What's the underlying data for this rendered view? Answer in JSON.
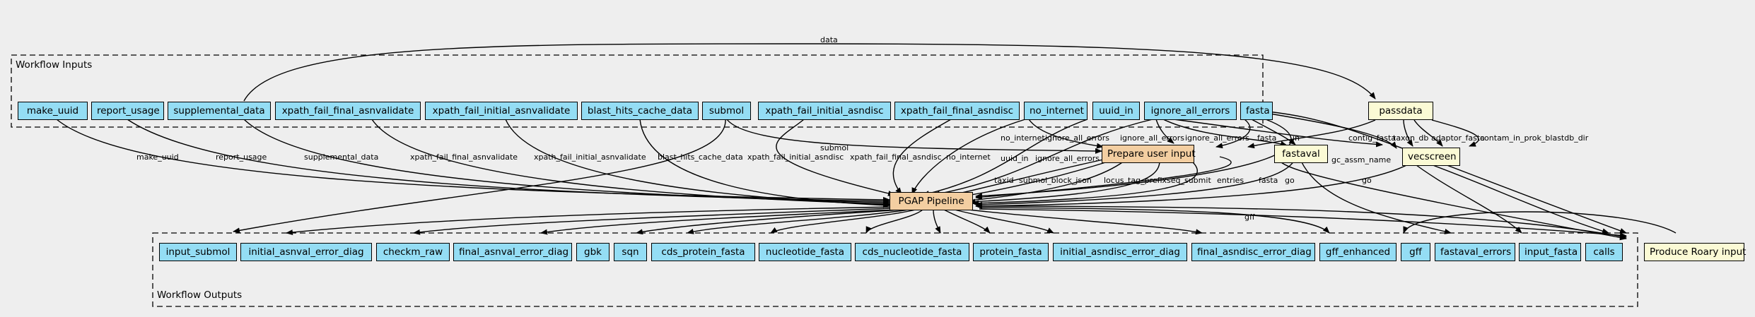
{
  "clusters": {
    "inputs_label": "Workflow Inputs",
    "outputs_label": "Workflow Outputs"
  },
  "inputs": {
    "make_uuid": "make_uuid",
    "report_usage": "report_usage",
    "supplemental_data": "supplemental_data",
    "xpath_fail_final_asnvalidate": "xpath_fail_final_asnvalidate",
    "xpath_fail_initial_asnvalidate": "xpath_fail_initial_asnvalidate",
    "blast_hits_cache_data": "blast_hits_cache_data",
    "submol": "submol",
    "xpath_fail_initial_asndisc": "xpath_fail_initial_asndisc",
    "xpath_fail_final_asndisc": "xpath_fail_final_asndisc",
    "no_internet": "no_internet",
    "uuid_in": "uuid_in",
    "ignore_all_errors": "ignore_all_errors",
    "fasta": "fasta"
  },
  "steps": {
    "passdata": "passdata",
    "prepare_user_input": "Prepare user input",
    "fastaval": "fastaval",
    "vecscreen": "vecscreen",
    "pgap_pipeline": "PGAP Pipeline",
    "produce_roary_input": "Produce Roary input"
  },
  "outputs": {
    "input_submol": "input_submol",
    "initial_asnval_error_diag": "initial_asnval_error_diag",
    "checkm_raw": "checkm_raw",
    "final_asnval_error_diag": "final_asnval_error_diag",
    "gbk": "gbk",
    "sqn": "sqn",
    "cds_protein_fasta": "cds_protein_fasta",
    "nucleotide_fasta": "nucleotide_fasta",
    "cds_nucleotide_fasta": "cds_nucleotide_fasta",
    "protein_fasta": "protein_fasta",
    "initial_asndisc_error_diag": "initial_asndisc_error_diag",
    "final_asndisc_error_diag": "final_asndisc_error_diag",
    "gff_enhanced": "gff_enhanced",
    "gff": "gff",
    "fastaval_errors": "fastaval_errors",
    "input_fasta": "input_fasta",
    "calls": "calls"
  },
  "edge_labels": {
    "data": "data",
    "make_uuid": "make_uuid",
    "report_usage": "report_usage",
    "supplemental_data": "supplemental_data",
    "xpath_fail_final_asnvalidate": "xpath_fail_final_asnvalidate",
    "xpath_fail_initial_asnvalidate": "xpath_fail_initial_asnvalidate",
    "blast_hits_cache_data": "blast_hits_cache_data",
    "submol": "submol",
    "xpath_fail_initial_asndisc": "xpath_fail_initial_asndisc",
    "xpath_fail_final_asndisc": "xpath_fail_final_asndisc",
    "no_internet_a": "no_internet",
    "no_internet_b": "no_internet",
    "uuid_in": "uuid_in",
    "ignore_all_errors_a": "ignore_all_errors",
    "ignore_all_errors_b": "ignore_all_errors",
    "ignore_all_errors_c": "ignore_all_errors",
    "ignore_all_errors_d": "ignore_all_errors",
    "fasta_a": "fasta",
    "fasta_b": "fasta",
    "in": "in",
    "contig_fasta": "contig_fasta",
    "taxon_db": "taxon_db",
    "adaptor_fasta": "adaptor_fasta",
    "contam_in_prok_blastdb_dir": "contam_in_prok_blastdb_dir",
    "gc_assm_name": "gc_assm_name",
    "taxid": "taxid",
    "submol_block_json": "submol_block_json",
    "locus_tag_prefix": "locus_tag_prefix",
    "seq_submit": "seq_submit",
    "entries": "entries",
    "go_a": "go",
    "go_b": "go",
    "gff": "gff"
  }
}
